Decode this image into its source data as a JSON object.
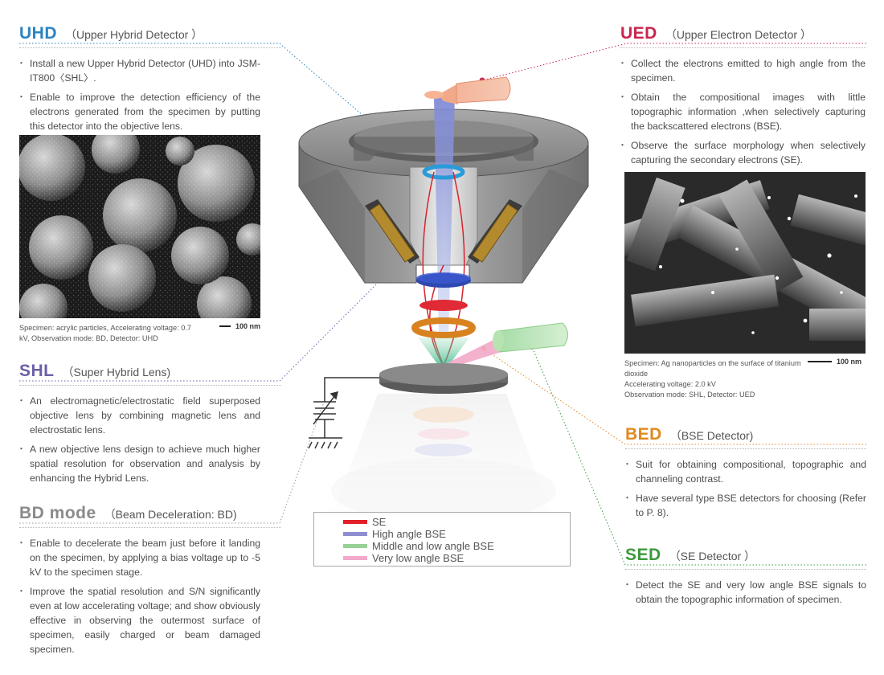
{
  "colors": {
    "uhd": "#2a84c0",
    "ued": "#c8254d",
    "shl": "#6b5fa8",
    "bd": "#8a8a8a",
    "bed": "#e08a1f",
    "sed": "#3b9a3b"
  },
  "uhd": {
    "abbr": "UHD",
    "full": "（Upper Hybrid Detector ）",
    "bullets": [
      "Install a new Upper Hybrid Detector (UHD) into JSM-IT800〈SHL〉.",
      "Enable to improve the detection efficiency of the electrons generated from the specimen by putting this detector into the objective lens."
    ],
    "caption": "Specimen: acrylic particles, Accelerating voltage: 0.7 kV, Observation mode: BD, Detector: UHD",
    "scale": "100 nm"
  },
  "shl": {
    "abbr": "SHL",
    "full": "（Super Hybrid Lens)",
    "bullets": [
      "An electromagnetic/electrostatic field superposed objective lens by combining magnetic lens and electrostatic lens.",
      "A new objective lens design to achieve much higher spatial resolution for observation and analysis by enhancing the Hybrid Lens."
    ]
  },
  "bd": {
    "abbr": "BD mode",
    "full": "（Beam Deceleration: BD)",
    "bullets": [
      "Enable to decelerate the beam just before it landing on the specimen, by applying a bias voltage up to -5 kV to the specimen stage.",
      "Improve the spatial resolution and S/N significantly even at low accelerating voltage; and show obviously effective in observing the outermost surface of specimen, easily charged or beam damaged specimen."
    ]
  },
  "ued": {
    "abbr": "UED",
    "full": "（Upper Electron Detector ）",
    "bullets": [
      "Collect the electrons emitted to high angle from the specimen.",
      "Obtain the compositional images with little topographic information ,when selectively capturing the backscattered electrons (BSE).",
      "Observe the surface morphology when selectively capturing the secondary electrons (SE)."
    ],
    "caption": "Specimen: Ag nanoparticles on the surface of titanium dioxide\nAccelerating voltage: 2.0 kV\nObservation mode: SHL, Detector: UED",
    "scale": "100 nm"
  },
  "bed": {
    "abbr": "BED",
    "full": "（BSE Detector)",
    "bullets": [
      "Suit for obtaining compositional, topographic and channeling contrast.",
      "Have several type BSE detectors for choosing (Refer to P. 8)."
    ]
  },
  "sed": {
    "abbr": "SED",
    "full": "（SE Detector ）",
    "bullets": [
      "Detect the SE and very low angle BSE signals to obtain the topographic information of specimen."
    ]
  },
  "legend": [
    {
      "label": "SE",
      "color": "#e0202a"
    },
    {
      "label": "High angle BSE",
      "color": "#8e8fd0"
    },
    {
      "label": "Middle and low angle BSE",
      "color": "#96d296"
    },
    {
      "label": "Very low angle BSE",
      "color": "#f2a8c8"
    }
  ]
}
